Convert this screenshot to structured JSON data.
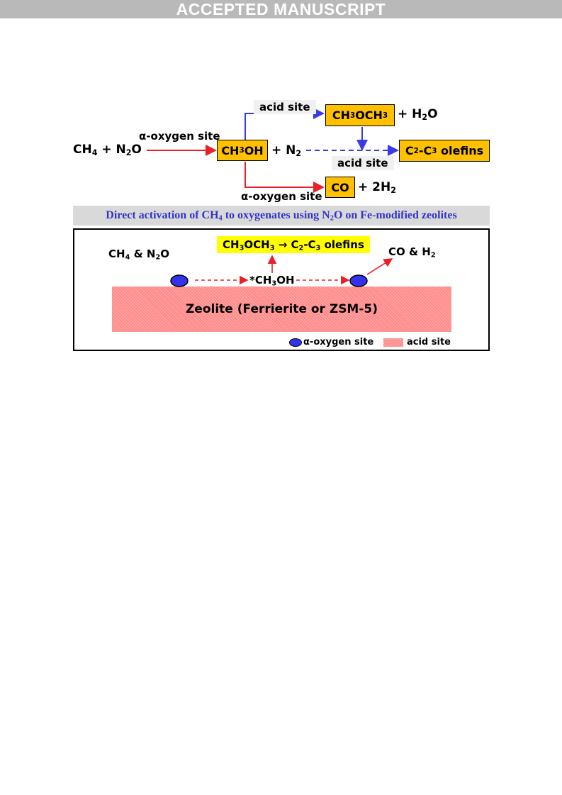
{
  "banner": "ACCEPTED MANUSCRIPT",
  "scheme": {
    "acid_site": "acid site",
    "alpha_oxygen_site": "α-oxygen site",
    "reactant_ch4": "CH",
    "reactant_n2o": "N",
    "methanol": "CH",
    "n2": "N",
    "dme": "CH",
    "water": "H",
    "olefins": "C",
    "co": "CO",
    "h2": "2H"
  },
  "title": "Direct activation of CH4 to oxygenates using N2O on Fe-modified zeolites",
  "panel": {
    "reactants": "CH4 & N2O",
    "intermediate": "*CH3OH",
    "products": "CO & H2",
    "conversion": "CH3OCH3 → C2-C3 olefins",
    "zeolite": "Zeolite (Ferrierite or ZSM-5)",
    "legend_alpha": "α-oxygen site",
    "legend_acid": "acid site"
  },
  "colors": {
    "red_arrow": "#e8202a",
    "blue_arrow": "#3a3ae8",
    "orange_box": "#ffc000",
    "zeolite": "#ff8a8a"
  }
}
